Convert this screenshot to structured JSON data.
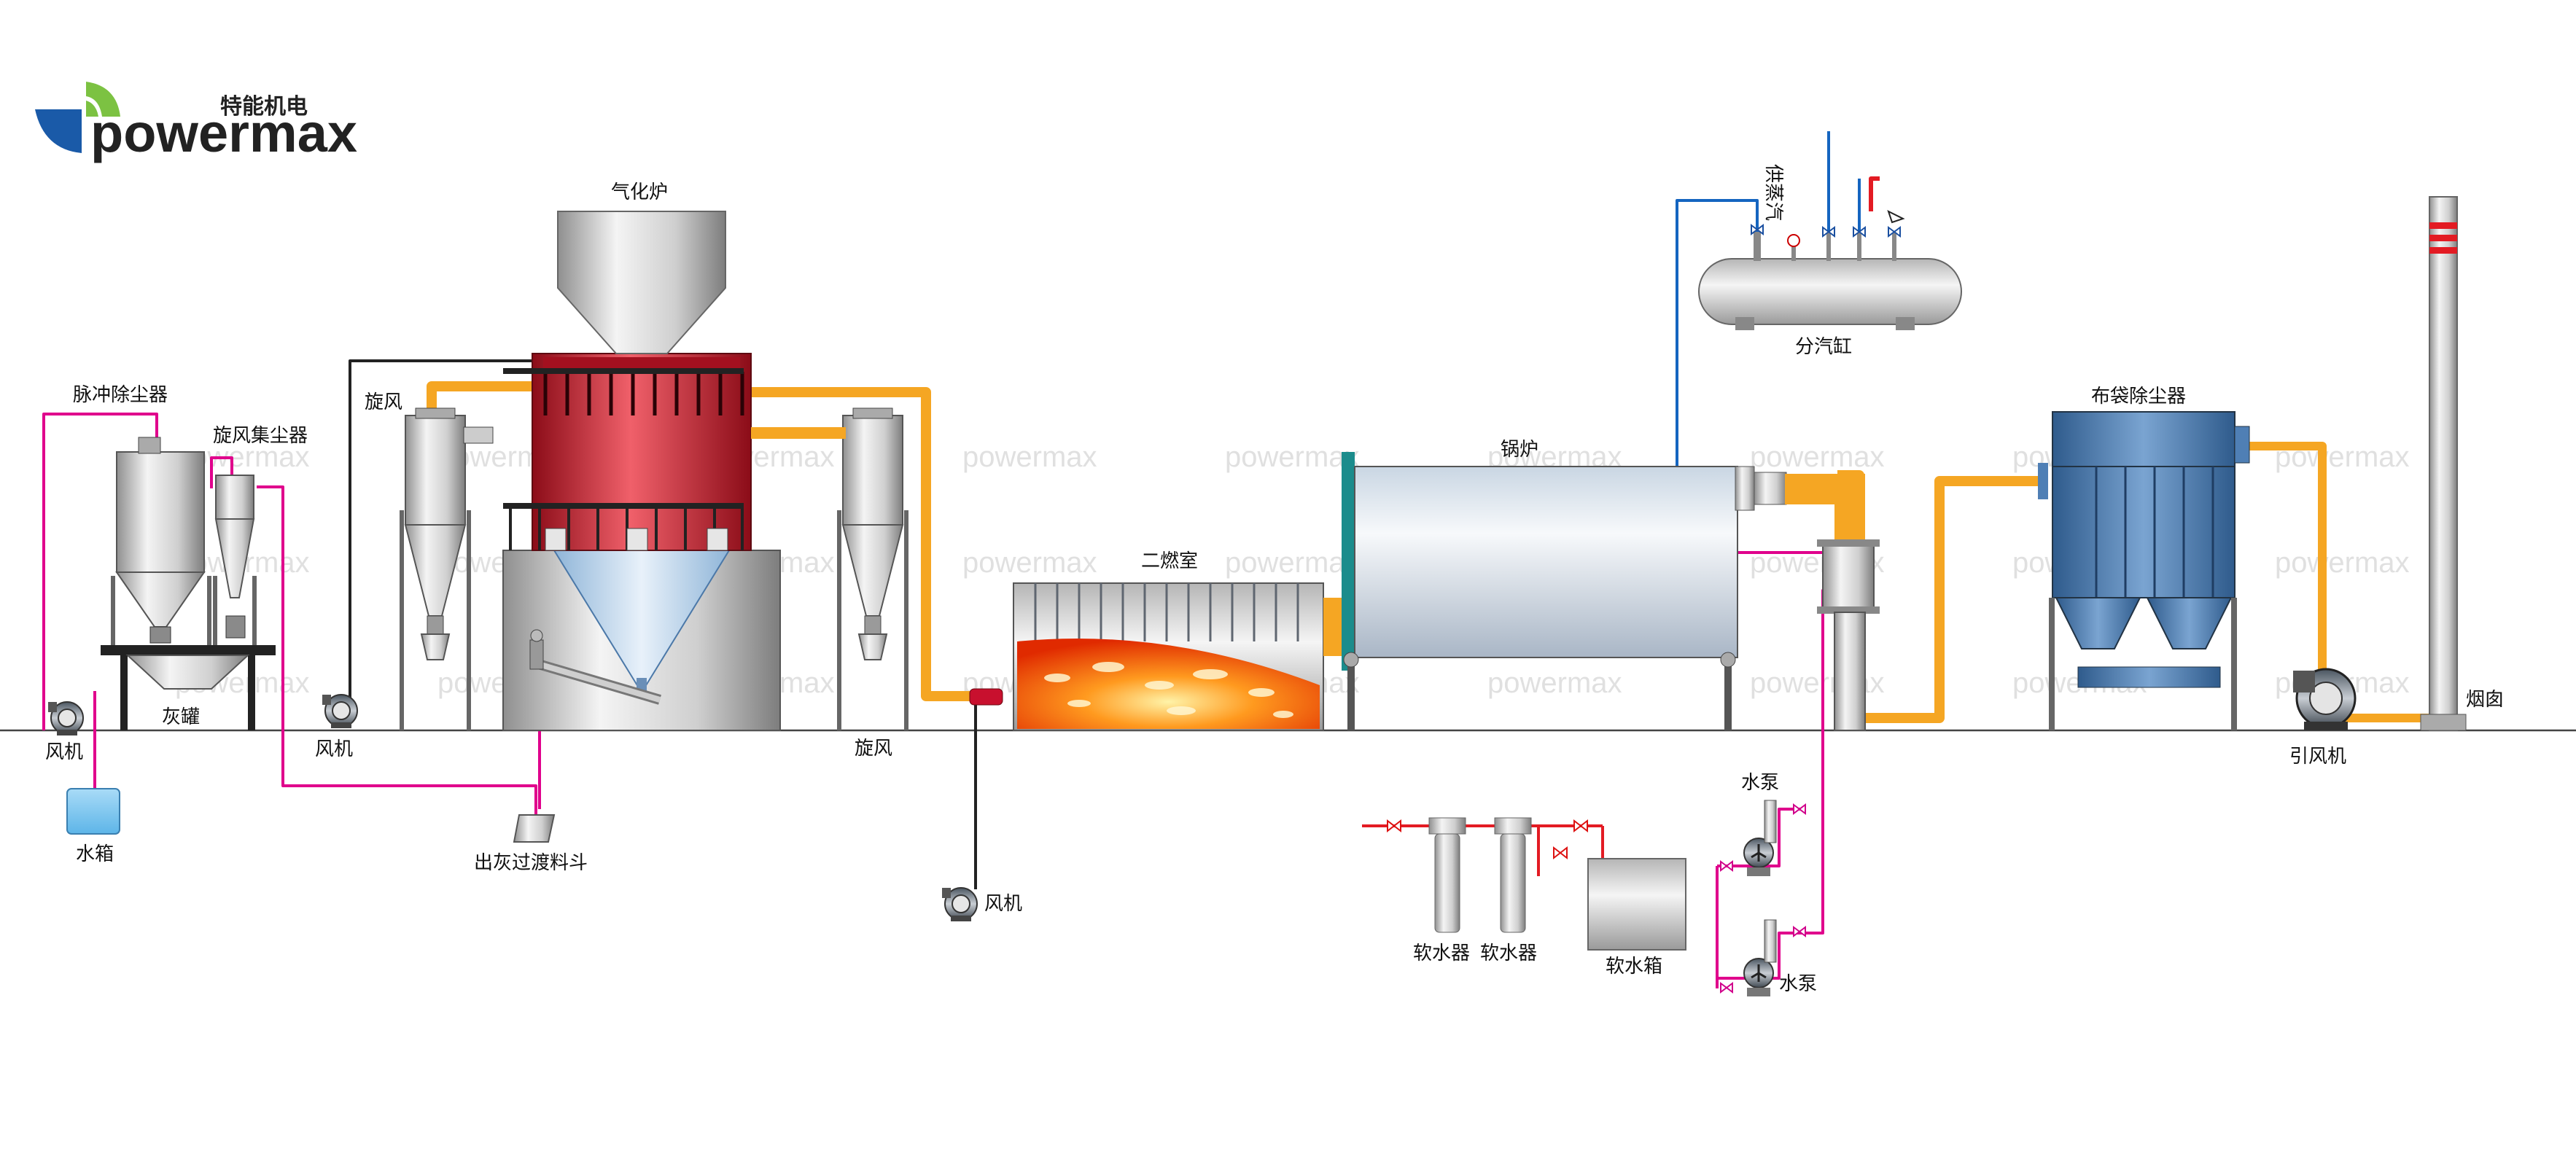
{
  "brand": {
    "name": "powermax",
    "cn_name": "特能机电",
    "watermark": "powermax"
  },
  "colors": {
    "hot_pipe": "#f5a623",
    "magenta_pipe": "#e0008c",
    "water_pipe": "#e3007f",
    "steam_pipe": "#1565c0",
    "red_pipe": "#e31b23",
    "gasifier_red": "#c8102e",
    "baghouse_blue": "#4f7fb5",
    "flame": "#ff6a00"
  },
  "labels": {
    "gasifier": "气化炉",
    "cyclone_left": "旋风",
    "cyclone_right": "旋风",
    "pulse_dust_collector": "脉冲除尘器",
    "cyclone_dust_collector": "旋风集尘器",
    "ash_tank": "灰罐",
    "fan_1": "风机",
    "fan_2": "风机",
    "fan_3": "风机",
    "water_tank": "水箱",
    "ash_hopper": "出灰过渡料斗",
    "secondary_chamber": "二燃室",
    "boiler": "锅炉",
    "steam_supply": "供蒸汽",
    "steam_header": "分汽缸",
    "bag_filter": "布袋除尘器",
    "chimney": "烟囱",
    "induced_fan": "引风机",
    "water_pump_1": "水泵",
    "water_pump_2": "水泵",
    "softener_1": "软水器",
    "softener_2": "软水器",
    "soft_water_tank": "软水箱"
  }
}
